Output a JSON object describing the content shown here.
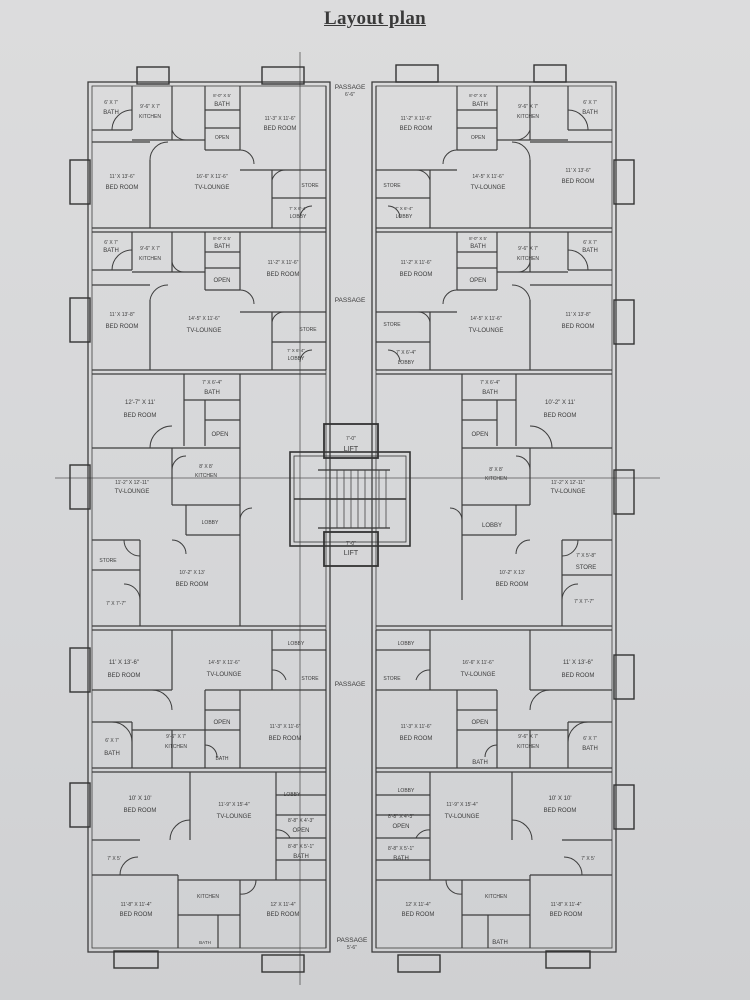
{
  "title": "Layout plan",
  "passages": {
    "top": "PASSAGE",
    "top_dim": "6'-6\"",
    "middle": "PASSAGE",
    "lower": "PASSAGE",
    "bottom": "PASSAGE",
    "bottom_dim": "5'-6\""
  },
  "core": {
    "lift_top": "LIFT",
    "lift_top_dim": "7'-0\"",
    "lift_bottom": "LIFT",
    "lift_bottom_dim": "7'-0\""
  },
  "apartments": {
    "a1": {
      "bath1": "BATH",
      "bath1_dim": "6' X 7'",
      "kitchen": "KITCHEN",
      "kitchen_dim": "9'-6\" X 7'",
      "bath2": "BATH",
      "bath2_dim": "8'-0\" X 5'",
      "open": "OPEN",
      "bed1": "BED ROOM",
      "bed1_dim": "11'-3\" X 11'-6\"",
      "bed2": "BED ROOM",
      "bed2_dim": "11' X 13'-6\"",
      "lounge": "TV-LOUNGE",
      "lounge_dim": "16'-6\" X 11'-6\"",
      "store": "STORE",
      "lobby": "LOBBY",
      "lobby_dim": "7' X 6'-4\""
    },
    "a2": {
      "bath1": "BATH",
      "bath1_dim": "6' X 7'",
      "kitchen": "KITCHEN",
      "kitchen_dim": "9'-6\" X 7'",
      "bath2": "BATH",
      "bath2_dim": "8'-0\" X 5'",
      "open": "OPEN",
      "bed1": "BED ROOM",
      "bed1_dim": "11'-2\" X 11'-6\"",
      "bed2": "BED ROOM",
      "bed2_dim": "11' X 13'-6\"",
      "lounge": "TV-LOUNGE",
      "lounge_dim": "14'-5\" X 11'-6\"",
      "store": "STORE",
      "lobby": "LOBBY",
      "lobby_dim": "7' X 6'-4\""
    },
    "a3": {
      "bath1": "BATH",
      "bath1_dim": "6' X 7'",
      "kitchen": "KITCHEN",
      "kitchen_dim": "9'-6\" X 7'",
      "bath2": "BATH",
      "bath2_dim": "8'-0\" X 5'",
      "open": "OPEN",
      "bed1": "BED ROOM",
      "bed1_dim": "11'-2\" X 11'-6\"",
      "bed2": "BED ROOM",
      "bed2_dim": "11' X 13'-8\"",
      "lounge": "TV-LOUNGE",
      "lounge_dim": "14'-5\" X 11'-6\"",
      "store": "STORE",
      "lobby": "LOBBY",
      "lobby_dim": "7' X 6'-4\""
    },
    "a4": {
      "bath1": "BATH",
      "bath1_dim": "6' X 7'",
      "kitchen": "KITCHEN",
      "kitchen_dim": "9'-6\" X 7'",
      "bath2": "BATH",
      "bath2_dim": "8'-0\" X 5'",
      "open": "OPEN",
      "bed1": "BED ROOM",
      "bed1_dim": "11'-2\" X 11'-6\"",
      "bed2": "BED ROOM",
      "bed2_dim": "11' X 13'-8\"",
      "lounge": "TV-LOUNGE",
      "lounge_dim": "14'-5\" X 11'-6\"",
      "store": "STORE",
      "lobby": "LOBBY",
      "lobby_dim": "7' X 6'-4\""
    },
    "a5": {
      "bed1": "BED ROOM",
      "bed1_dim": "12'-7\" X 11'",
      "bath": "BATH",
      "bath_dim": "7' X 6'-4\"",
      "open": "OPEN",
      "lounge": "TV-LOUNGE",
      "lounge_dim": "11'-2\" X 12'-11\"",
      "kitchen": "KITCHEN",
      "kitchen_dim": "8' X 8'",
      "lobby": "LOBBY",
      "store": "STORE",
      "bed2": "BED ROOM",
      "bed2_dim": "10'-2\" X 13'",
      "bath2_dim": "7' X 7'-7\""
    },
    "a6": {
      "bed1": "BED ROOM",
      "bed1_dim": "10'-2\" X 11'",
      "bath": "BATH",
      "bath_dim": "7' X 6'-4\"",
      "open": "OPEN",
      "lounge": "TV-LOUNGE",
      "lounge_dim": "11'-2\" X 12'-11\"",
      "kitchen": "KITCHEN",
      "kitchen_dim": "8' X 8'",
      "lobby": "LOBBY",
      "store": "STORE",
      "store_dim": "7' X 5'-8\"",
      "bed2": "BED ROOM",
      "bed2_dim": "10'-2\" X 13'",
      "bath2_dim": "7' X 7'-7\""
    },
    "a7": {
      "bed2": "BED ROOM",
      "bed2_dim": "11' X 13'-6\"",
      "lounge": "TV-LOUNGE",
      "lounge_dim": "14'-5\" X 11'-6\"",
      "lobby": "LOBBY",
      "store": "STORE",
      "open": "OPEN",
      "bed1": "BED ROOM",
      "bed1_dim": "11'-3\" X 11'-6\"",
      "bath1": "BATH",
      "bath1_dim": "6' X 7'",
      "kitchen": "KITCHEN",
      "kitchen_dim": "9'-6\" X 7'",
      "bath2": "BATH"
    },
    "a8": {
      "bed2": "BED ROOM",
      "bed2_dim": "11' X 13'-6\"",
      "lounge": "TV-LOUNGE",
      "lounge_dim": "16'-6\" X 11'-6\"",
      "lobby": "LOBBY",
      "store": "STORE",
      "open": "OPEN",
      "bed1": "BED ROOM",
      "bed1_dim": "11'-3\" X 11'-6\"",
      "bath1": "BATH",
      "bath1_dim": "6' X 7'",
      "kitchen": "KITCHEN",
      "kitchen_dim": "9'-6\" X 7'",
      "bath2": "BATH"
    },
    "a9": {
      "bed1": "BED ROOM",
      "bed1_dim": "10' X 10'",
      "lounge": "TV-LOUNGE",
      "lounge_dim": "11'-9\" X 15'-4\"",
      "lobby": "LOBBY",
      "open": "OPEN",
      "open_dim": "8'-8\" X 4'-3\"",
      "bath": "BATH",
      "bath_dim": "8'-8\" X 5'-1\"",
      "bath_small_dim": "7' X 5'",
      "bed2": "BED ROOM",
      "bed2_dim": "11'-8\" X 11'-4\"",
      "kitchen": "KITCHEN",
      "bed3": "BED ROOM",
      "bed3_dim": "12' X 11'-4\"",
      "bath3": "BATH"
    },
    "a10": {
      "bed1": "BED ROOM",
      "bed1_dim": "10' X 10'",
      "lounge": "TV-LOUNGE",
      "lounge_dim": "11'-9\" X 15'-4\"",
      "lobby": "LOBBY",
      "open": "OPEN",
      "open_dim": "8'-8\" X 4'-3\"",
      "bath": "BATH",
      "bath_dim": "8'-8\" X 5'-1\"",
      "bath_small_dim": "7' X 5'",
      "bed2": "BED ROOM",
      "bed2_dim": "11'-8\" X 11'-4\"",
      "kitchen": "KITCHEN",
      "bed3": "BED ROOM",
      "bed3_dim": "12' X 11'-4\"",
      "bath3": "BATH"
    }
  }
}
